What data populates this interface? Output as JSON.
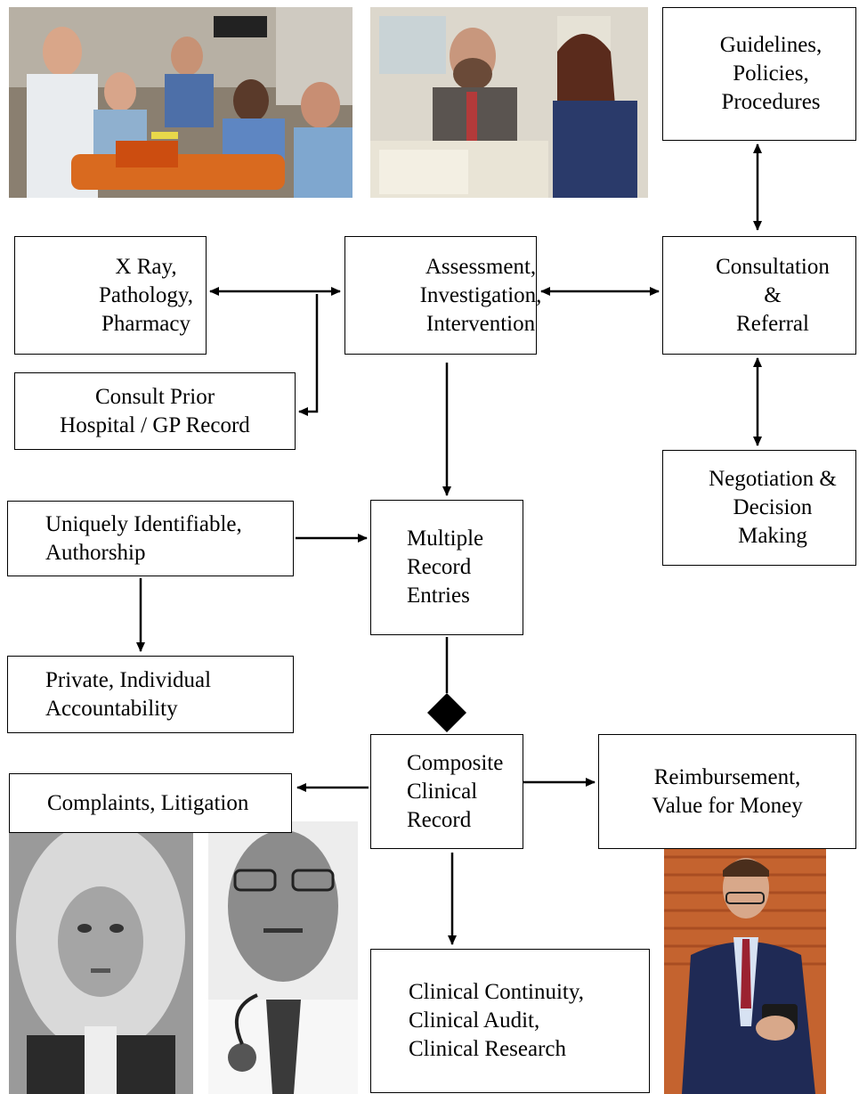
{
  "boxes": {
    "guidelines": "Guidelines,\nPolicies,\nProcedures",
    "xray": "X Ray,\nPathology,\nPharmacy",
    "assessment": "Assessment,\nInvestigation,\nIntervention",
    "consultation": "Consultation\n&\nReferral",
    "consult_prior": "Consult Prior\nHospital / GP Record",
    "negotiation": "Negotiation &\nDecision\nMaking",
    "uniquely": "Uniquely Identifiable,\nAuthorship",
    "multiple": "Multiple\nRecord\nEntries",
    "private": "Private, Individual\nAccountability",
    "composite": "Composite\nClinical\nRecord",
    "complaints": "Complaints, Litigation",
    "reimbursement": "Reimbursement,\nValue for Money",
    "continuity": "Clinical Continuity,\nClinical Audit,\nClinical Research"
  },
  "photos": {
    "emergency_team": "photo-emergency-team",
    "consultation_meeting": "photo-consultation-meeting",
    "judge": "photo-judge",
    "doctor": "photo-doctor",
    "businessman": "photo-businessman"
  }
}
